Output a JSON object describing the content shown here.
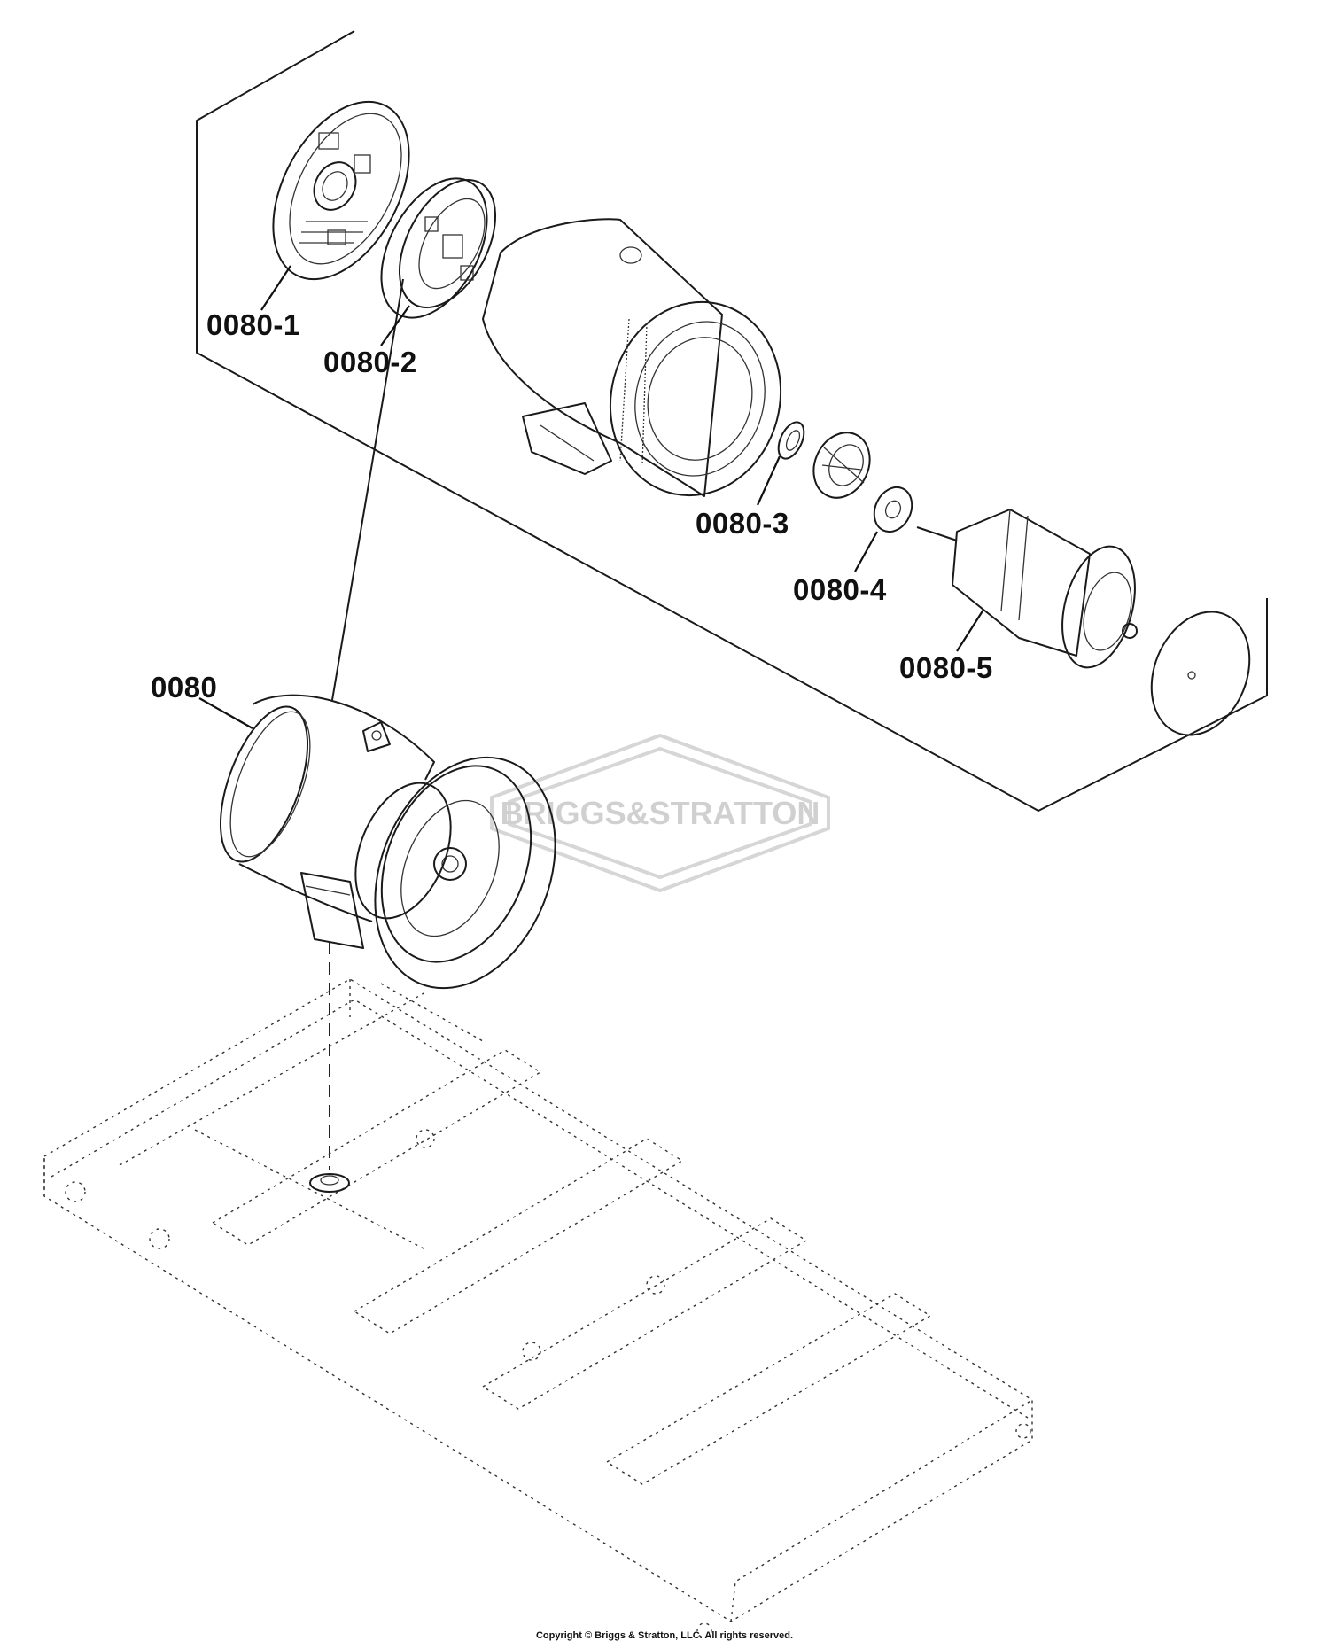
{
  "watermark": {
    "brand": "BRIGGS&STRATTON"
  },
  "labels": {
    "part_0080": "0080",
    "part_0080_1": "0080-1",
    "part_0080_2": "0080-2",
    "part_0080_3": "0080-3",
    "part_0080_4": "0080-4",
    "part_0080_5": "0080-5"
  },
  "footer": {
    "copyright": "Copyright © Briggs & Stratton, LLC. All rights reserved."
  }
}
